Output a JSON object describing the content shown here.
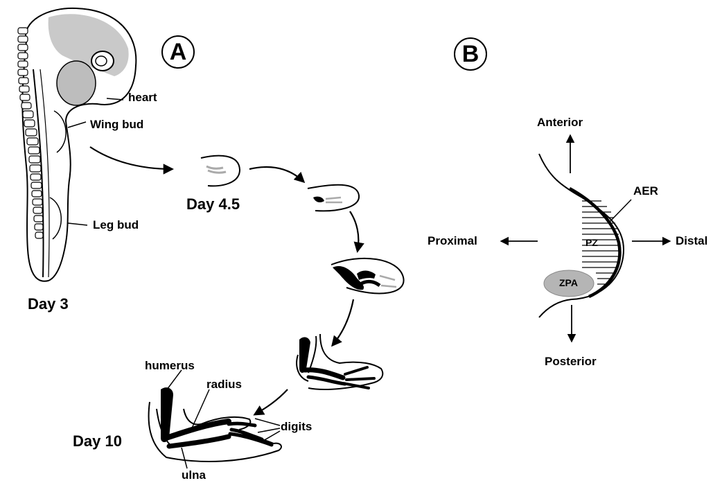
{
  "panels": {
    "a": "A",
    "b": "B"
  },
  "panel_a": {
    "labels": {
      "heart": "heart",
      "wing_bud": "Wing bud",
      "leg_bud": "Leg bud",
      "day3": "Day 3",
      "day45": "Day 4.5",
      "day10": "Day 10",
      "humerus": "humerus",
      "radius": "radius",
      "ulna": "ulna",
      "digits": "digits"
    }
  },
  "panel_b": {
    "labels": {
      "anterior": "Anterior",
      "posterior": "Posterior",
      "proximal": "Proximal",
      "distal": "Distal",
      "aer": "AER",
      "pz": "PZ",
      "zpa": "ZPA"
    }
  },
  "colors": {
    "ink": "#000000",
    "embryo_fill": "#bdbdbd",
    "zpa_fill": "#b5b5b5",
    "background": "#ffffff"
  }
}
